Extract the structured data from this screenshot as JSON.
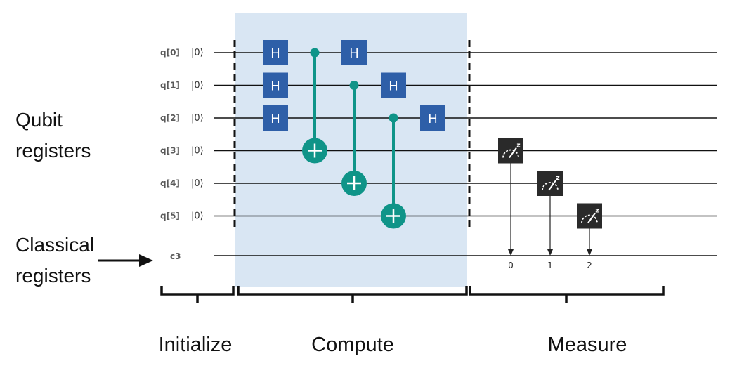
{
  "side_labels": {
    "qubit": [
      "Qubit",
      "registers"
    ],
    "classical": [
      "Classical",
      "registers"
    ]
  },
  "qubits": [
    {
      "label": "q[0]",
      "init": "|0⟩"
    },
    {
      "label": "q[1]",
      "init": "|0⟩"
    },
    {
      "label": "q[2]",
      "init": "|0⟩"
    },
    {
      "label": "q[3]",
      "init": "|0⟩"
    },
    {
      "label": "q[4]",
      "init": "|0⟩"
    },
    {
      "label": "q[5]",
      "init": "|0⟩"
    }
  ],
  "classical_register": {
    "label": "c3"
  },
  "gates": [
    {
      "type": "H",
      "qubit": 0,
      "step": 0,
      "label": "H"
    },
    {
      "type": "H",
      "qubit": 1,
      "step": 0,
      "label": "H"
    },
    {
      "type": "H",
      "qubit": 2,
      "step": 0,
      "label": "H"
    },
    {
      "type": "CNOT",
      "control": 0,
      "target": 3,
      "step": 1
    },
    {
      "type": "H",
      "qubit": 0,
      "step": 2,
      "label": "H"
    },
    {
      "type": "CNOT",
      "control": 1,
      "target": 4,
      "step": 2
    },
    {
      "type": "H",
      "qubit": 1,
      "step": 3,
      "label": "H"
    },
    {
      "type": "CNOT",
      "control": 2,
      "target": 5,
      "step": 3
    },
    {
      "type": "H",
      "qubit": 2,
      "step": 4,
      "label": "H"
    }
  ],
  "measurements": [
    {
      "qubit": 3,
      "bit": "0",
      "basis": "z"
    },
    {
      "qubit": 4,
      "bit": "1",
      "basis": "z"
    },
    {
      "qubit": 5,
      "bit": "2",
      "basis": "z"
    }
  ],
  "sections": [
    {
      "id": "initialize",
      "label": "Initialize"
    },
    {
      "id": "compute",
      "label": "Compute"
    },
    {
      "id": "measure",
      "label": "Measure"
    }
  ],
  "colors": {
    "compute_bg": "#d9e6f3",
    "h_gate": "#2e5fa8",
    "cnot": "#0f9488",
    "measure_gate": "#2a2a2a",
    "wire": "#111111"
  }
}
